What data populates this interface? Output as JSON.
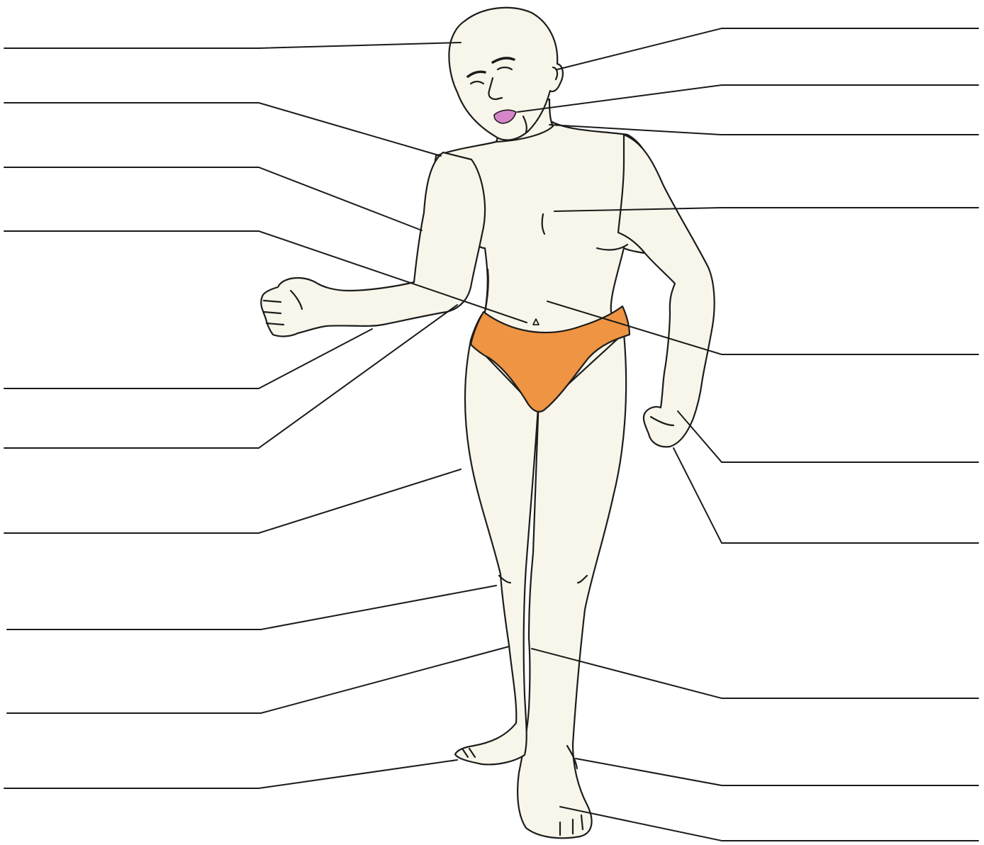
{
  "diagram": {
    "colors": {
      "skin": "#f8f6ea",
      "outline": "#1c1c1c",
      "briefs": "#ee9442",
      "lips": "#d486c8",
      "leader": "#1a1a1a"
    },
    "label_slots": {
      "left": [
        {
          "name": "head",
          "text": ""
        },
        {
          "name": "shoulder",
          "text": ""
        },
        {
          "name": "upper-arm",
          "text": ""
        },
        {
          "name": "navel",
          "text": ""
        },
        {
          "name": "forearm",
          "text": ""
        },
        {
          "name": "wrist",
          "text": ""
        },
        {
          "name": "thigh",
          "text": ""
        },
        {
          "name": "knee",
          "text": ""
        },
        {
          "name": "shin",
          "text": ""
        },
        {
          "name": "toes",
          "text": ""
        }
      ],
      "right": [
        {
          "name": "ear",
          "text": ""
        },
        {
          "name": "mouth",
          "text": ""
        },
        {
          "name": "neck",
          "text": ""
        },
        {
          "name": "chest",
          "text": ""
        },
        {
          "name": "abdomen",
          "text": ""
        },
        {
          "name": "hand",
          "text": ""
        },
        {
          "name": "fingers",
          "text": ""
        },
        {
          "name": "leg",
          "text": ""
        },
        {
          "name": "ankle",
          "text": ""
        },
        {
          "name": "foot",
          "text": ""
        }
      ]
    }
  }
}
